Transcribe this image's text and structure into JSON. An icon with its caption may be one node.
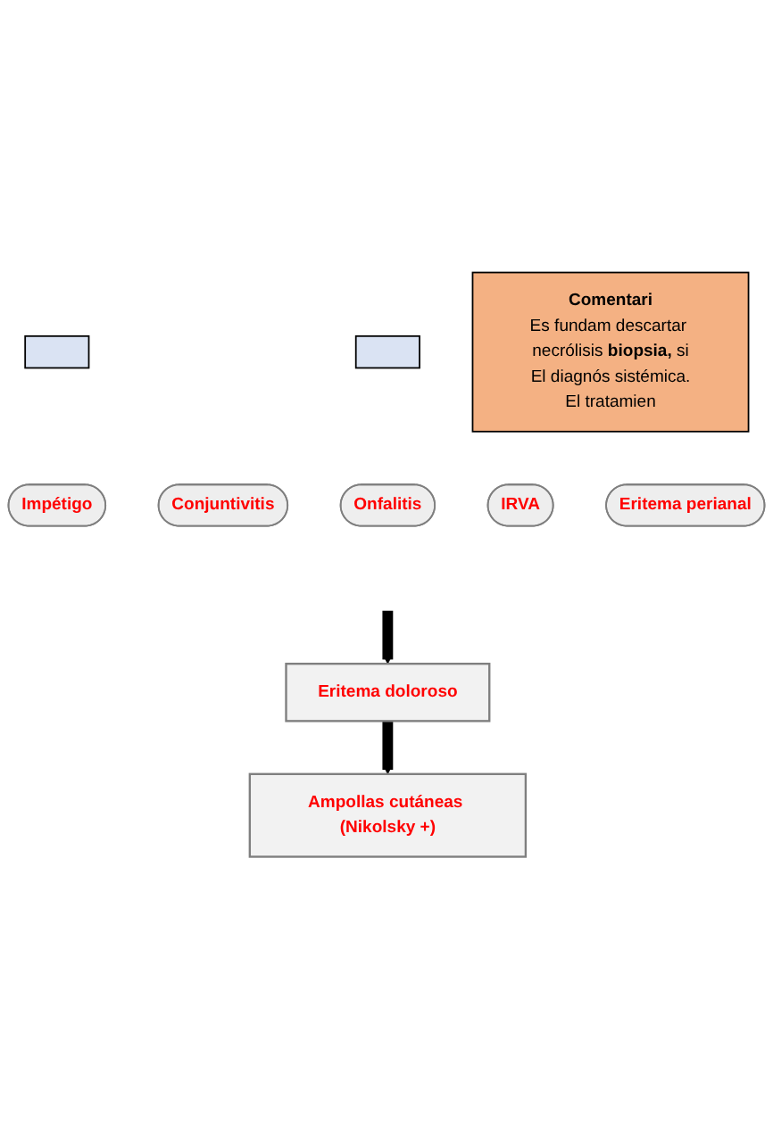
{
  "diagram": {
    "nodes": [
      {
        "text": [],
        "shape": "box"
      },
      {
        "text": [],
        "shape": "box"
      },
      {
        "text": [
          "Impétigo"
        ]
      },
      {
        "text": [
          "Conjuntivitis"
        ]
      },
      {
        "text": [
          "Onfalitis"
        ]
      },
      {
        "text": [
          "IRVA"
        ]
      },
      {
        "text": [
          "Eritema perianal"
        ]
      },
      {
        "text": [
          "Eritema doloroso"
        ]
      },
      {
        "text": [
          "Ampollas cutáneas (Nikolsky +)"
        ]
      },
      {
        "text": [
          "Comentari",
          "Es fundam descartar necrólisis **biopsia,** si",
          "El diagnós sistémica.",
          "El tratamien"
        ]
      }
    ],
    "edges": [
      {
        "from": null,
        "to": 7,
        "arrow": "to"
      },
      {
        "from": 7,
        "to": 8,
        "arrow": "to"
      }
    ]
  }
}
